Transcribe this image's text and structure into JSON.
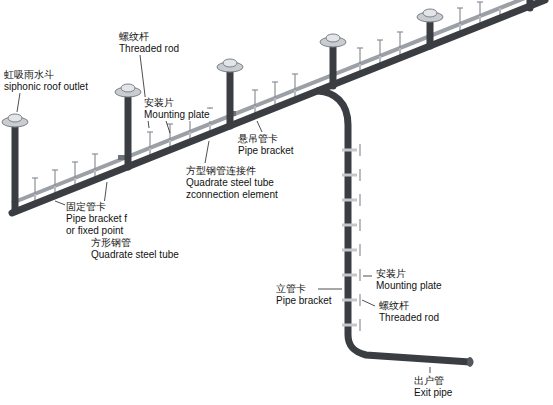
{
  "diagram": {
    "labels": [
      "虹吸雨水斗",
      "siphonic roof outlet",
      "螺纹杆",
      "Threaded rod",
      "安装片",
      "Mounting plate",
      "悬吊管卡",
      "Pipe bracket",
      "方型钢管连接件",
      "Quadrate steel tube zconnection element",
      "固定管卡",
      "Pipe bracket f or fixed point",
      "方形钢管",
      "Quadrate steel tube",
      "立管卡",
      "Pipe bracket",
      "安装片",
      "Mounting plate",
      "螺纹杆",
      "Threaded rod",
      "出户管",
      "Exit pipe"
    ]
  }
}
